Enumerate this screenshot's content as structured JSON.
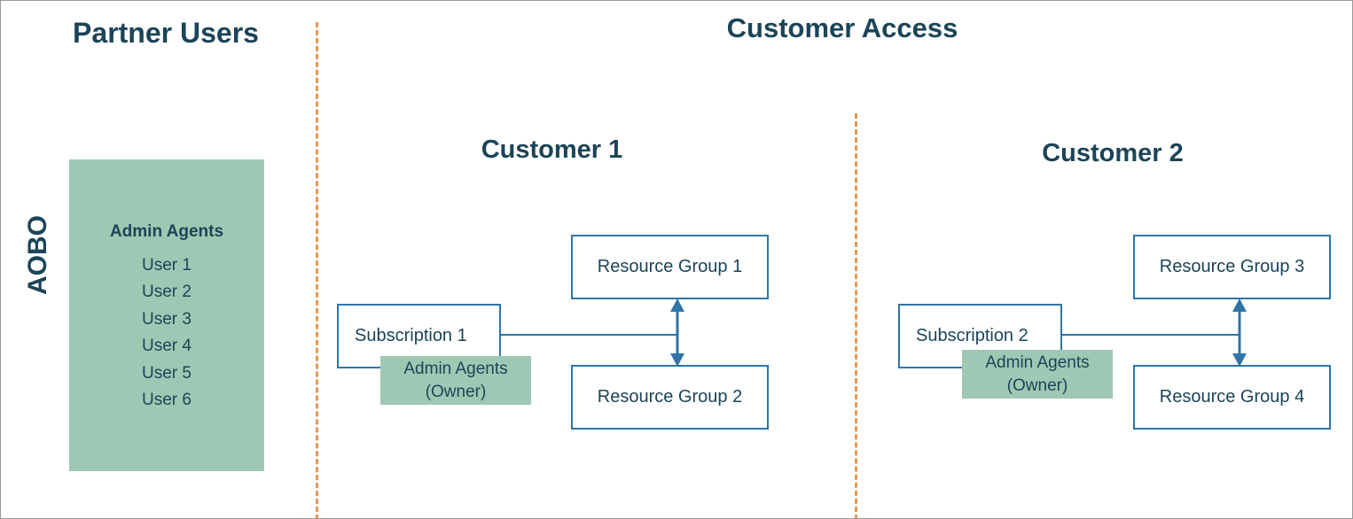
{
  "colors": {
    "heading_text": "#1B4458",
    "box_border": "#2E75A8",
    "green_fill": "#9EC8B3",
    "divider_dashed": "#E09B56",
    "background": "#FFFFFF",
    "page_border": "#9A9A9A"
  },
  "headings": {
    "partner_users": "Partner Users",
    "customer_access": "Customer Access",
    "customer_1": "Customer 1",
    "customer_2": "Customer 2"
  },
  "side_label": {
    "aobo": "AOBO"
  },
  "partner_panel": {
    "title": "Admin Agents",
    "users": [
      "User 1",
      "User 2",
      "User 3",
      "User 4",
      "User 5",
      "User 6"
    ]
  },
  "customer_1": {
    "subscription": "Subscription 1",
    "owner_chip": {
      "line1": "Admin Agents",
      "line2": "(Owner)"
    },
    "resource_groups": [
      "Resource Group 1",
      "Resource Group 2"
    ]
  },
  "customer_2": {
    "subscription": "Subscription 2",
    "owner_chip": {
      "line1": "Admin Agents",
      "line2": "(Owner)"
    },
    "resource_groups": [
      "Resource Group 3",
      "Resource Group 4"
    ]
  },
  "icons": {
    "divider": "vertical-dashed-divider",
    "connector_vertical": "double-headed-arrow-icon",
    "connector_horizontal": "line-connector-icon"
  }
}
